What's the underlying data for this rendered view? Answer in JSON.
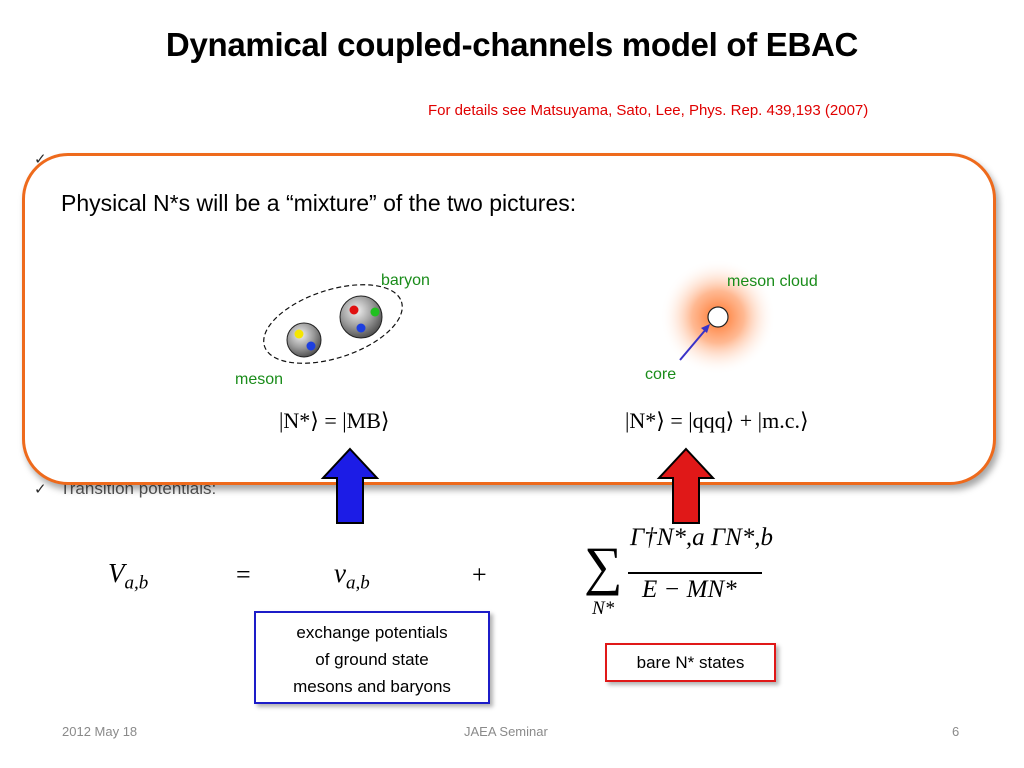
{
  "slide": {
    "title": "Dynamical coupled-channels model of EBAC",
    "reference": "For details see Matsuyama, Sato, Lee, Phys. Rep. 439,193 (2007)",
    "bullet_mark": "✓",
    "bullet_transition": "Transition potentials:"
  },
  "overlay": {
    "heading": "Physical N*s will be a “mixture” of the two pictures:",
    "left_picture": {
      "baryon_label": "baryon",
      "meson_label": "meson",
      "state_formula": "|N*⟩ = |MB⟩"
    },
    "right_picture": {
      "cloud_label": "meson cloud",
      "core_label": "core",
      "state_formula": "|N*⟩ = |qqq⟩ + |m.c.⟩"
    }
  },
  "equation": {
    "lhs": "V",
    "lhs_sub": "a,b",
    "equals": "=",
    "term1": "v",
    "term1_sub": "a,b",
    "plus": "+",
    "sum_symbol": "∑",
    "sum_sub": "N*",
    "numerator": "Γ†N*,a ΓN*,b",
    "denominator": "E − MN*"
  },
  "annotations": {
    "exchange_box": [
      "exchange potentials",
      "of ground state",
      "mesons and baryons"
    ],
    "bare_box": "bare N* states"
  },
  "footer": {
    "date": "2012 May 18",
    "event": "JAEA Seminar",
    "page": "6"
  },
  "colors": {
    "overlay_border": "#ee6a1c",
    "exchange_arrow": "#1c1ce6",
    "bare_arrow": "#e01818",
    "reference": "#e00000",
    "label_green": "#1a8c1a"
  }
}
